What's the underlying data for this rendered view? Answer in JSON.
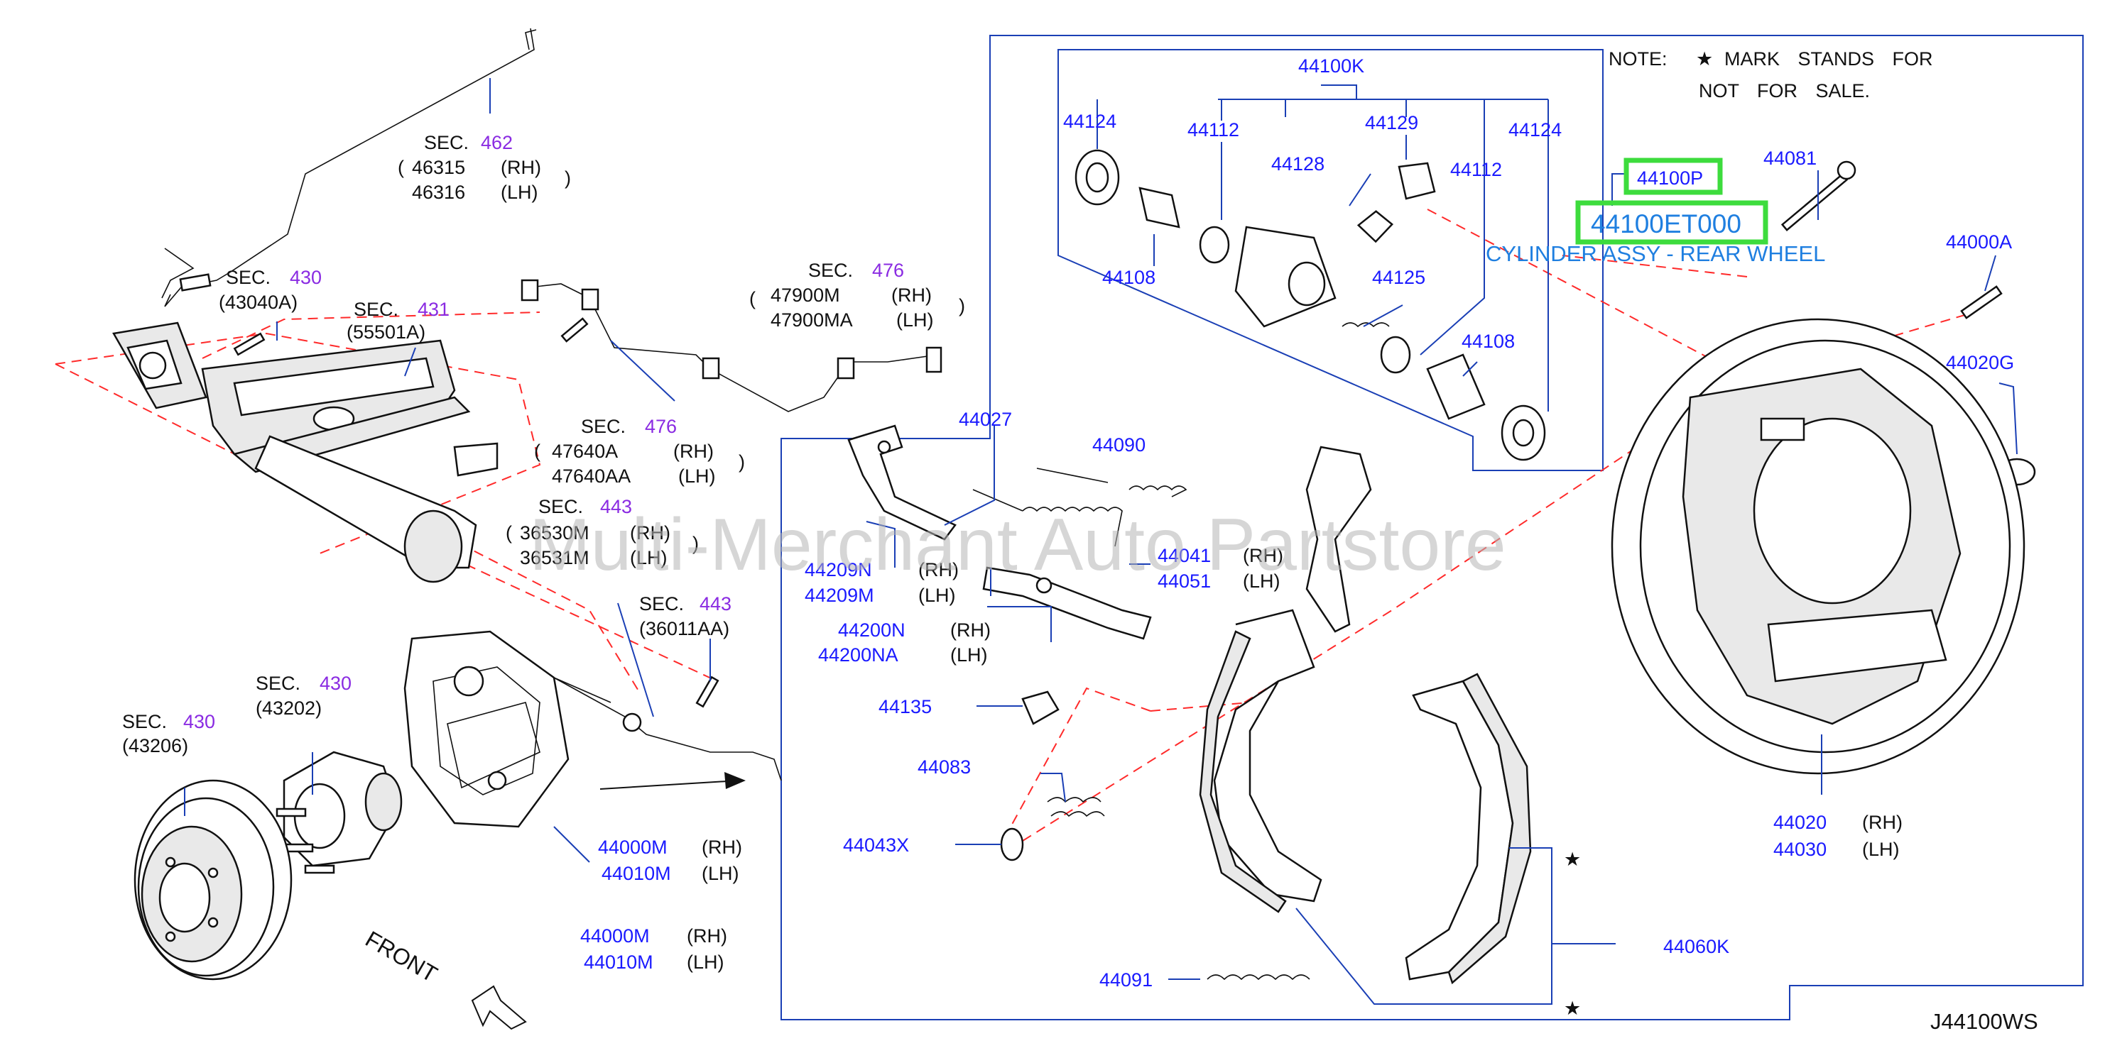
{
  "note": {
    "label": "NOTE:",
    "line1": "MARK STANDS FOR",
    "line2": "NOT FOR SALE.",
    "star": "★"
  },
  "watermark": "Multi-Merchant Auto Partstore",
  "diagram_code": "J44100WS",
  "front_label": "FRONT",
  "highlight": {
    "part_no": "44100P",
    "oem_no": "44100ET000",
    "description": "CYLINDER ASSY - REAR WHEEL",
    "color": "#3ddc3d"
  },
  "sections": {
    "s462": {
      "prefix": "SEC.",
      "num": "462",
      "rh": "46315",
      "lh": "46316",
      "rh_tag": "(RH)",
      "lh_tag": "(LH)"
    },
    "s430a": {
      "prefix": "SEC.",
      "num": "430",
      "ref": "(43040A)"
    },
    "s431": {
      "prefix": "SEC.",
      "num": "431",
      "ref": "(55501A)"
    },
    "s476a": {
      "prefix": "SEC.",
      "num": "476",
      "rh": "47900M",
      "lh": "47900MA",
      "rh_tag": "(RH)",
      "lh_tag": "(LH)"
    },
    "s476b": {
      "prefix": "SEC.",
      "num": "476",
      "rh": "47640A",
      "lh": "47640AA",
      "rh_tag": "(RH)",
      "lh_tag": "(LH)"
    },
    "s443a": {
      "prefix": "SEC.",
      "num": "443",
      "rh": "36530M",
      "lh": "36531M",
      "rh_tag": "(RH)",
      "lh_tag": "(LH)"
    },
    "s443b": {
      "prefix": "SEC.",
      "num": "443",
      "ref": "(36011AA)"
    },
    "s430b": {
      "prefix": "SEC.",
      "num": "430",
      "ref": "(43202)"
    },
    "s430c": {
      "prefix": "SEC.",
      "num": "430",
      "ref": "(43206)"
    }
  },
  "parts": {
    "p44100K": "44100K",
    "p44124a": "44124",
    "p44112a": "44112",
    "p44129": "44129",
    "p44124b": "44124",
    "p44128": "44128",
    "p44112b": "44112",
    "p44108a": "44108",
    "p44125": "44125",
    "p44108b": "44108",
    "p44081": "44081",
    "p44000A": "44000A",
    "p44020G": "44020G",
    "p44027": "44027",
    "p44090": "44090",
    "p44041": "44041",
    "p44051": "44051",
    "p44209N": "44209N",
    "p44209M": "44209M",
    "p44200N": "44200N",
    "p44200NA": "44200NA",
    "p44135": "44135",
    "p44083": "44083",
    "p44043X": "44043X",
    "p44000M_a": "44000M",
    "p44010M_a": "44010M",
    "p44000M_b": "44000M",
    "p44010M_b": "44010M",
    "p44091": "44091",
    "p44060K": "44060K",
    "p44020": "44020",
    "p44030": "44030",
    "rh": "(RH)",
    "lh": "(LH)"
  },
  "colors": {
    "part_label": "#1a1aff",
    "section_number": "#8a2be2",
    "leader": "#1a3fb5",
    "dashed_guide": "#ff2a2a"
  }
}
